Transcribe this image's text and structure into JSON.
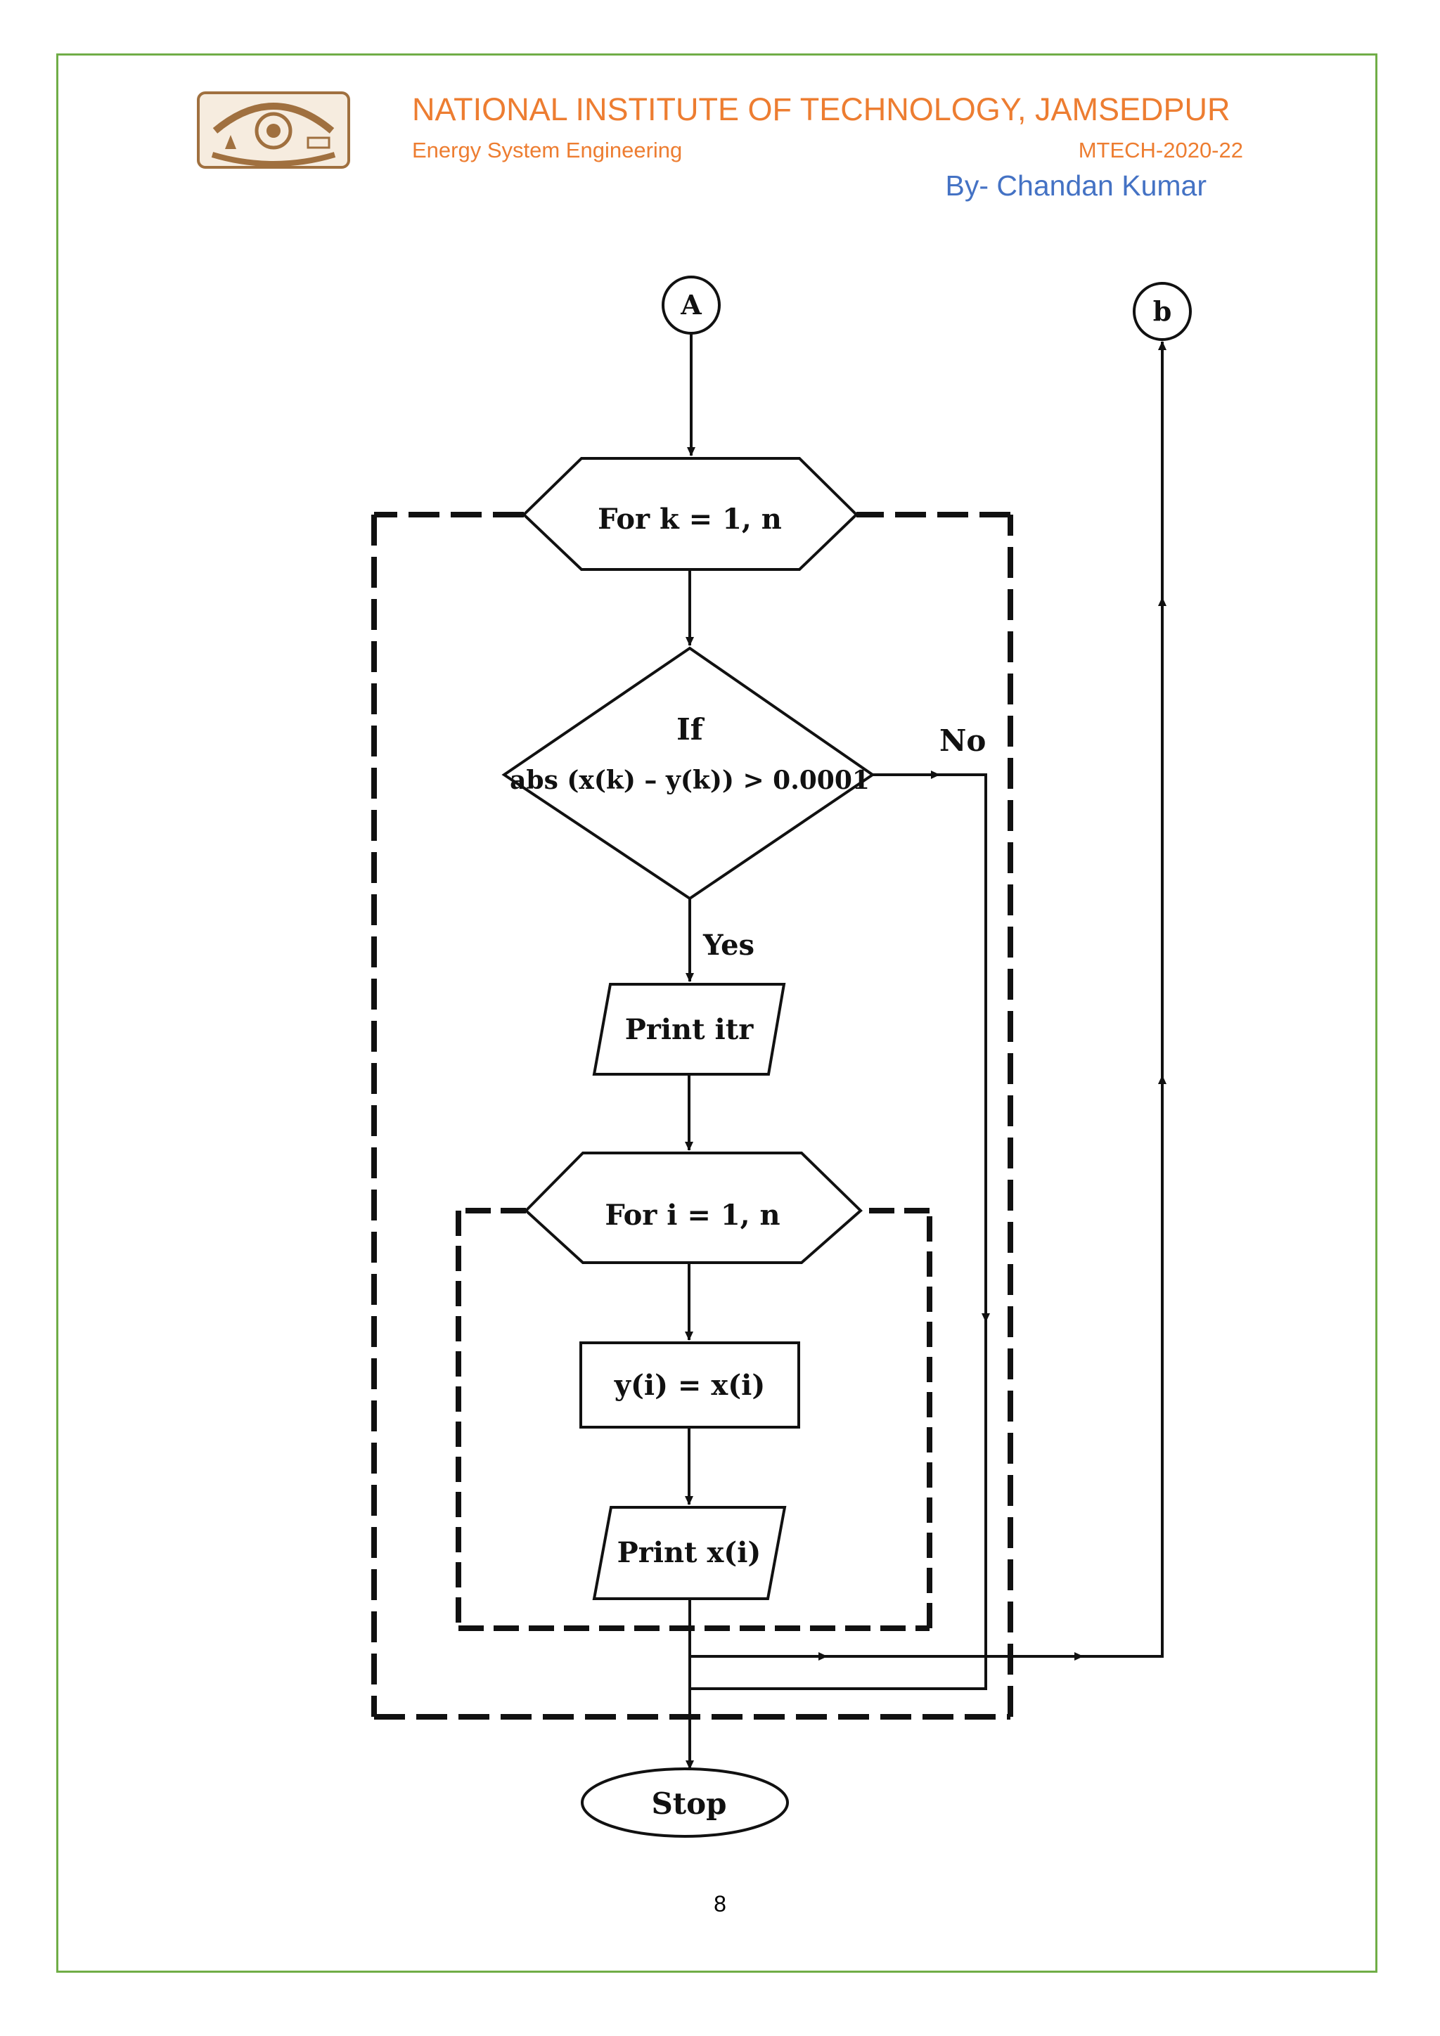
{
  "header": {
    "institute": "NATIONAL INSTITUTE OF TECHNOLOGY, JAMSEDPUR",
    "department": "Energy System Engineering",
    "program": "MTECH-2020-22",
    "author": "By- Chandan Kumar"
  },
  "flowchart": {
    "connector_a": "A",
    "connector_b": "b",
    "outer_loop": "For k = 1, n",
    "decision_line1": "If",
    "decision_line2": "abs (x(k) – y(k)) > 0.0001",
    "label_no": "No",
    "label_yes": "Yes",
    "print_itr": "Print itr",
    "inner_loop": "For i = 1, n",
    "assign": "y(i) = x(i)",
    "print_x": "Print x(i)",
    "stop": "Stop"
  },
  "footer": {
    "page_number": "8"
  },
  "colors": {
    "border": "#70ad47",
    "header_orange": "#ed7d31",
    "author_blue": "#4472c4"
  }
}
